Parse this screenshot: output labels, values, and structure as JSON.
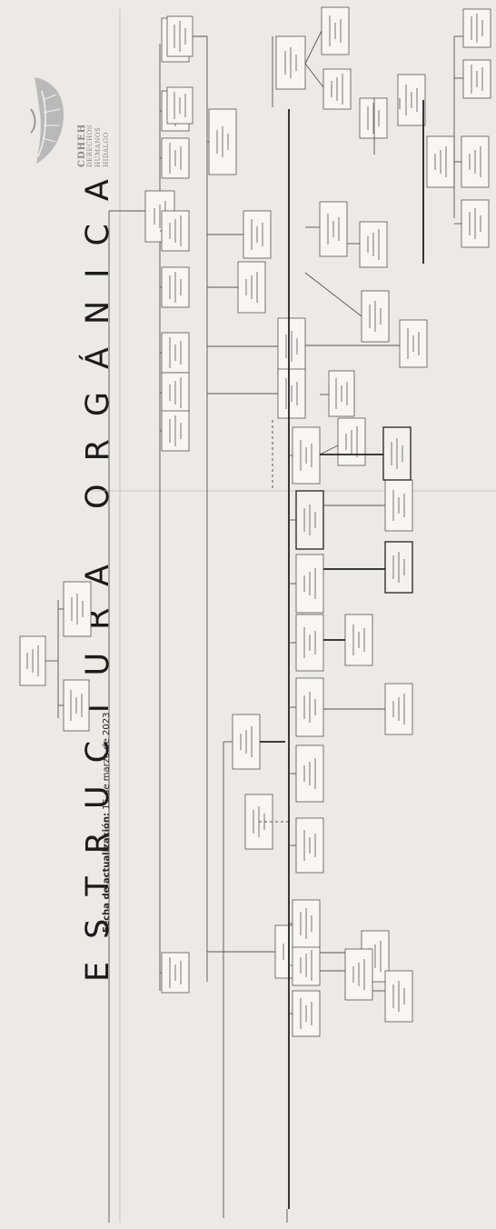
{
  "document": {
    "title": "ESTRUCTURA ORGÁNICA",
    "update_label": "Fecha de actualización:",
    "update_date": "15 de marzo de 2023",
    "logo": {
      "line1": "CDHEH",
      "line2": "DERECHOS",
      "line3": "HUMANOS",
      "line4": "HIDALGO",
      "icon": "leaf-logo-icon"
    },
    "colors": {
      "paper": "#eceae6",
      "ink": "#1b1b1b",
      "logo_gray": "#8a8a8a"
    }
  }
}
